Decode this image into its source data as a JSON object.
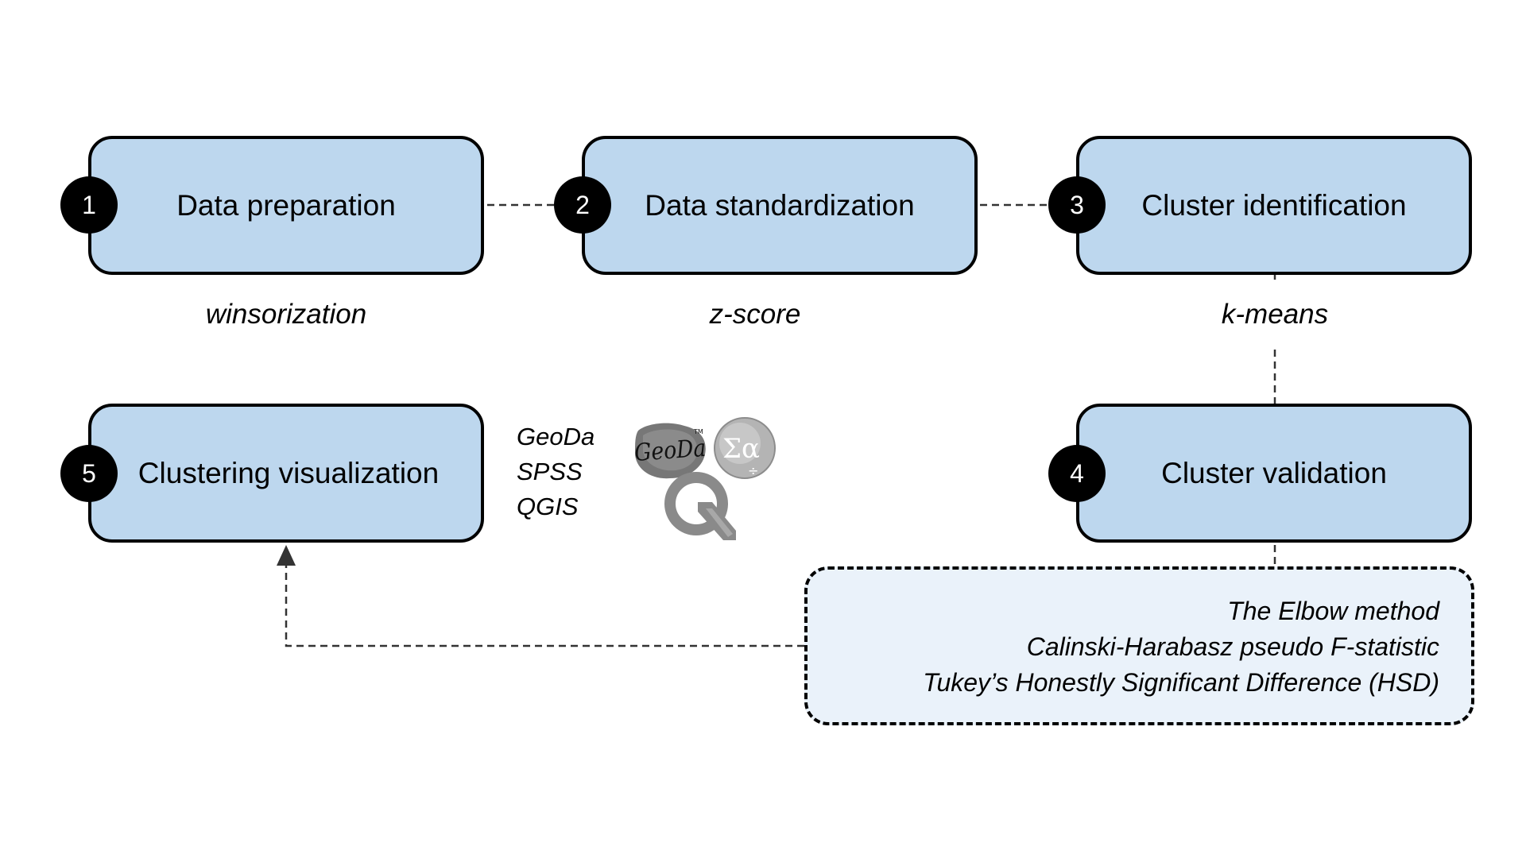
{
  "steps": [
    {
      "number": "1",
      "label": "Data preparation",
      "method": "winsorization"
    },
    {
      "number": "2",
      "label": "Data standardization",
      "method": "z-score"
    },
    {
      "number": "3",
      "label": "Cluster identification",
      "method": "k-means"
    },
    {
      "number": "4",
      "label": "Cluster validation"
    },
    {
      "number": "5",
      "label": "Clustering visualization"
    }
  ],
  "tools": [
    "GeoDa",
    "SPSS",
    "QGIS"
  ],
  "logos": {
    "geoda_text": "GeoDa",
    "geoda_trademark": "TM",
    "spss_symbol": "Σα"
  },
  "validation_methods": [
    "The Elbow method",
    "Calinski-Harabasz pseudo F-statistic",
    "Tukey’s Honestly Significant Difference (HSD)"
  ],
  "colors": {
    "box_fill": "#bdd7ee",
    "validation_fill": "#eaf2fa",
    "badge": "#000000",
    "connector": "#333333"
  }
}
